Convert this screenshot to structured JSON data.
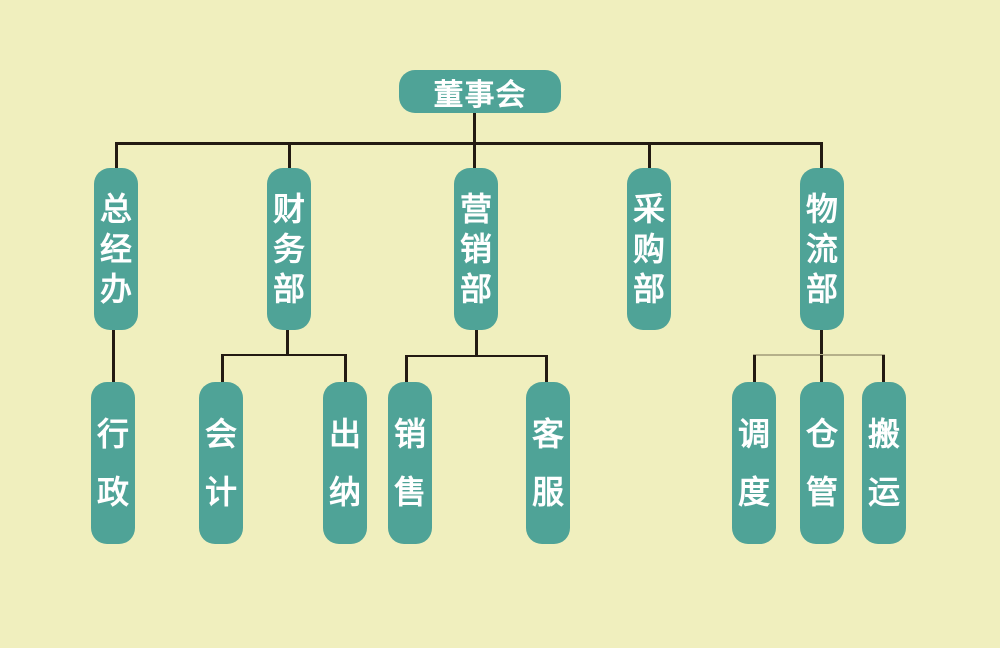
{
  "chart_data": {
    "type": "org-chart",
    "root": "董事会",
    "departments": [
      {
        "name": "总经办",
        "chars": [
          "总",
          "经",
          "办"
        ],
        "children": [
          {
            "name": "行政",
            "chars": [
              "行",
              "政"
            ]
          }
        ]
      },
      {
        "name": "财务部",
        "chars": [
          "财",
          "务",
          "部"
        ],
        "children": [
          {
            "name": "会计",
            "chars": [
              "会",
              "计"
            ]
          },
          {
            "name": "出纳",
            "chars": [
              "出",
              "纳"
            ]
          }
        ]
      },
      {
        "name": "营销部",
        "chars": [
          "营",
          "销",
          "部"
        ],
        "children": [
          {
            "name": "销售",
            "chars": [
              "销",
              "售"
            ]
          },
          {
            "name": "客服",
            "chars": [
              "客",
              "服"
            ]
          }
        ]
      },
      {
        "name": "采购部",
        "chars": [
          "采",
          "购",
          "部"
        ],
        "children": []
      },
      {
        "name": "物流部",
        "chars": [
          "物",
          "流",
          "部"
        ],
        "children": [
          {
            "name": "调度",
            "chars": [
              "调",
              "度"
            ]
          },
          {
            "name": "仓管",
            "chars": [
              "仓",
              "管"
            ]
          },
          {
            "name": "搬运",
            "chars": [
              "搬",
              "运"
            ]
          }
        ]
      }
    ]
  },
  "colors": {
    "background": "#f0efbe",
    "node": "#4fa397",
    "text": "#ffffff",
    "connector": "#231a12"
  }
}
